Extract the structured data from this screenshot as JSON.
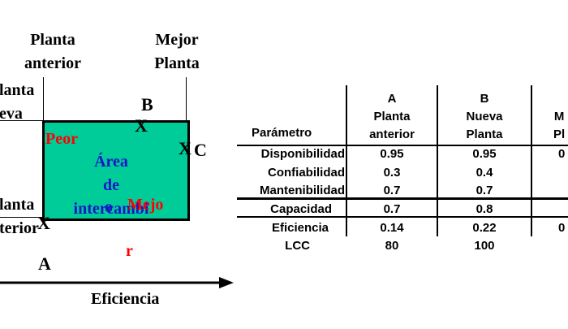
{
  "diagram": {
    "top_left_label": [
      "Planta",
      "anterior"
    ],
    "top_right_label": [
      "Mejor",
      "Planta"
    ],
    "left_upper_label": [
      "lanta",
      "eva"
    ],
    "left_lower_label": [
      "lanta",
      "terior"
    ],
    "point_b": "B",
    "point_c": "C",
    "point_a": "A",
    "x_mark": "X",
    "peor": "Peor",
    "area_text": [
      "Área",
      "de",
      "intercambi",
      "o"
    ],
    "mejor": [
      "Mejo",
      "r"
    ],
    "x_axis_label": "Eficiencia",
    "colors": {
      "area_fill": "#00cc99",
      "red_text": "#ff0000",
      "blue_text": "#1515c8"
    }
  },
  "table": {
    "header_param": "Parámetro",
    "columns": [
      {
        "letter": "A",
        "line1": "Planta",
        "line2": "anterior"
      },
      {
        "letter": "B",
        "line1": "Nueva",
        "line2": "Planta"
      },
      {
        "letter": "M",
        "line1": "Pl",
        "line2": ""
      }
    ],
    "rows": [
      {
        "label": "Disponibilidad",
        "values": [
          "0.95",
          "0.95",
          "0"
        ]
      },
      {
        "label": "Confiabilidad",
        "values": [
          "0.3",
          "0.4",
          ""
        ]
      },
      {
        "label": "Mantenibilidad",
        "values": [
          "0.7",
          "0.7",
          ""
        ]
      },
      {
        "label": "Capacidad",
        "values": [
          "0.7",
          "0.8",
          ""
        ]
      },
      {
        "label": "Eficiencia",
        "values": [
          "0.14",
          "0.22",
          "0"
        ]
      },
      {
        "label": "LCC",
        "values": [
          "80",
          "100",
          ""
        ]
      }
    ]
  }
}
